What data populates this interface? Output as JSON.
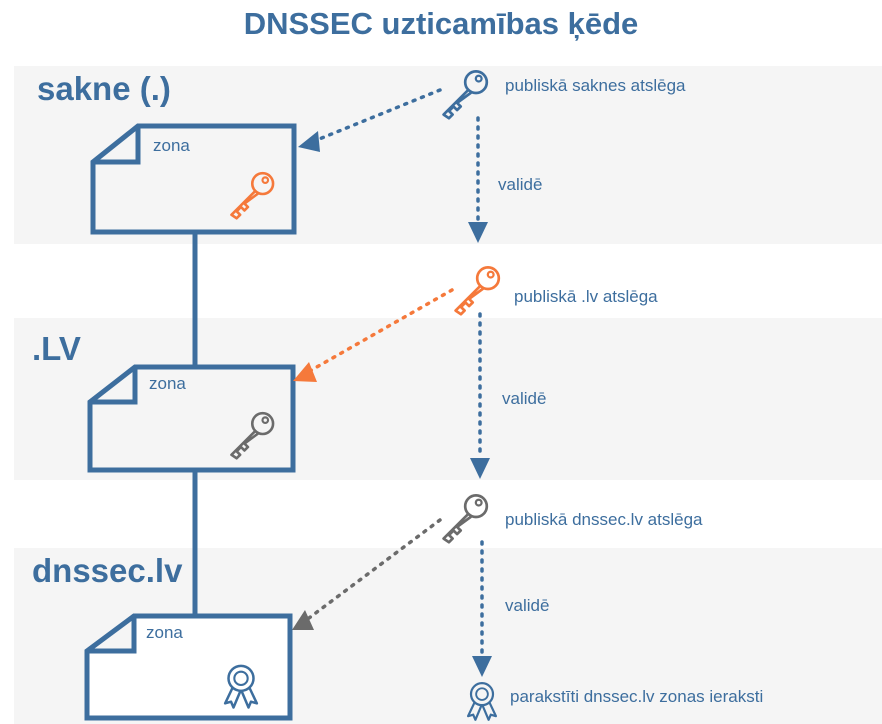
{
  "title": "DNSSEC uzticamības ķēde",
  "colors": {
    "blue": "#3d6e9e",
    "orange": "#f5793b",
    "gray": "#6b6b6b",
    "band": "#f5f5f5"
  },
  "zones": [
    {
      "label": "sakne (.)",
      "doc_label": "zona",
      "doc_icon": "orange-key-icon"
    },
    {
      "label": ".LV",
      "doc_label": "zona",
      "doc_icon": "gray-key-icon"
    },
    {
      "label": "dnssec.lv",
      "doc_label": "zona",
      "doc_icon": "certificate-badge-icon"
    }
  ],
  "keys": [
    {
      "label": "publiskā saknes atslēga",
      "icon": "blue-key-icon"
    },
    {
      "label": "publiskā .lv atslēga",
      "icon": "orange-key-icon"
    },
    {
      "label": "publiskā dnssec.lv atslēga",
      "icon": "gray-key-icon"
    }
  ],
  "validates": [
    "validē",
    "validē",
    "validē"
  ],
  "result": {
    "label": "parakstīti dnssec.lv zonas ieraksti",
    "icon": "certificate-badge-icon"
  }
}
